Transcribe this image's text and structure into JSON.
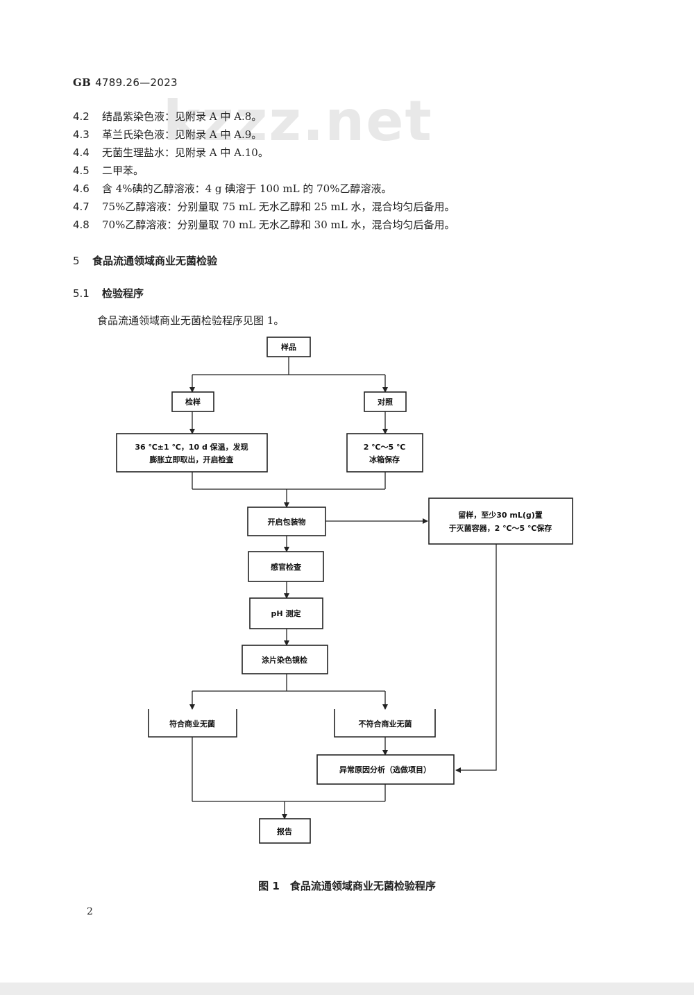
{
  "header": {
    "prefix": "GB",
    "standard": "4789.26—2023"
  },
  "watermark": "kzzz.net",
  "items": [
    {
      "num": "4.2",
      "text": "结晶紫染色液：见附录 A 中 A.8。"
    },
    {
      "num": "4.3",
      "text": "革兰氏染色液：见附录 A 中 A.9。"
    },
    {
      "num": "4.4",
      "text": "无菌生理盐水：见附录 A 中 A.10。"
    },
    {
      "num": "4.5",
      "text": "二甲苯。"
    },
    {
      "num": "4.6",
      "text": "含 4%碘的乙醇溶液：4 g 碘溶于 100 mL 的 70%乙醇溶液。"
    },
    {
      "num": "4.7",
      "text": "75%乙醇溶液：分别量取 75 mL 无水乙醇和 25 mL 水，混合均匀后备用。"
    },
    {
      "num": "4.8",
      "text": "70%乙醇溶液：分别量取 70 mL 无水乙醇和 30 mL 水，混合均匀后备用。"
    }
  ],
  "section5": {
    "num": "5",
    "title": "食品流通领域商业无菌检验"
  },
  "section51": {
    "num": "5.1",
    "title": "检验程序"
  },
  "paragraph": "食品流通领域商业无菌检验程序见图 1。",
  "flowchart": {
    "sample": "样品",
    "inspect_sample": "检样",
    "control": "对照",
    "incubate_line1": "36 ℃±1 ℃，10 d 保温，发现",
    "incubate_line2": "膨胀立即取出，开启检查",
    "fridge_line1": "2 ℃～5 ℃",
    "fridge_line2": "冰箱保存",
    "open_package": "开启包装物",
    "retain_line1": "留样，至少30 mL(g)置",
    "retain_line2": "于灭菌容器，2 ℃～5 ℃保存",
    "sensory": "感官检查",
    "ph": "pH 测定",
    "smear": "涂片染色镜检",
    "compliant": "符合商业无菌",
    "noncompliant": "不符合商业无菌",
    "cause_analysis": "异常原因分析（选做项目）",
    "report": "报告"
  },
  "figure_caption": "图 1　食品流通领域商业无菌检验程序",
  "page_number": "2"
}
